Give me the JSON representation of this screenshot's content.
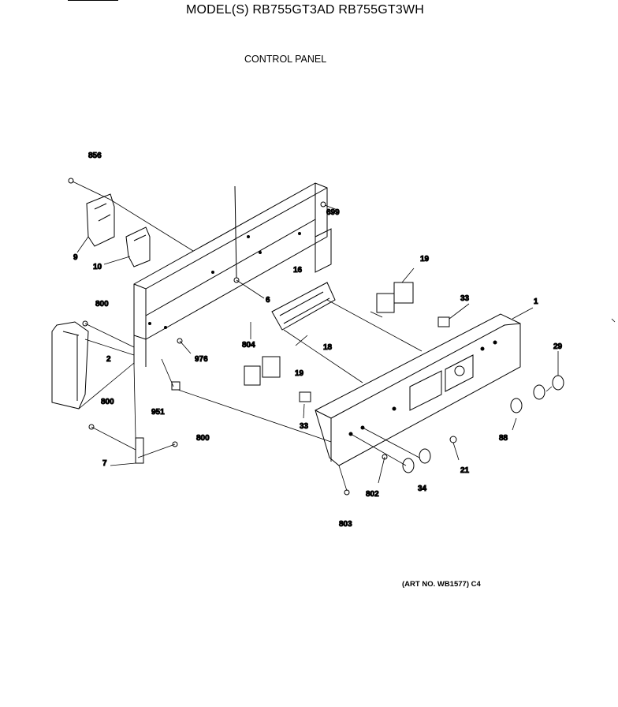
{
  "header": {
    "title": "MODEL(S) RB755GT3AD  RB755GT3WH",
    "subtitle": "CONTROL PANEL"
  },
  "footer": {
    "art_number": "(ART NO. WB1577)  C4"
  },
  "part_labels": {
    "p856": "856",
    "p699": "699",
    "p9": "9",
    "p10": "10",
    "p6": "6",
    "p16": "16",
    "p19a": "19",
    "p33a": "33",
    "p1": "1",
    "p800a": "800",
    "p2": "2",
    "p976": "976",
    "p804": "804",
    "p18": "18",
    "p19b": "19",
    "p29": "29",
    "p951": "951",
    "p800b": "800",
    "p33b": "33",
    "p88": "88",
    "p800c": "800",
    "p7": "7",
    "p21": "21",
    "p34": "34",
    "p802": "802",
    "p803": "803"
  }
}
